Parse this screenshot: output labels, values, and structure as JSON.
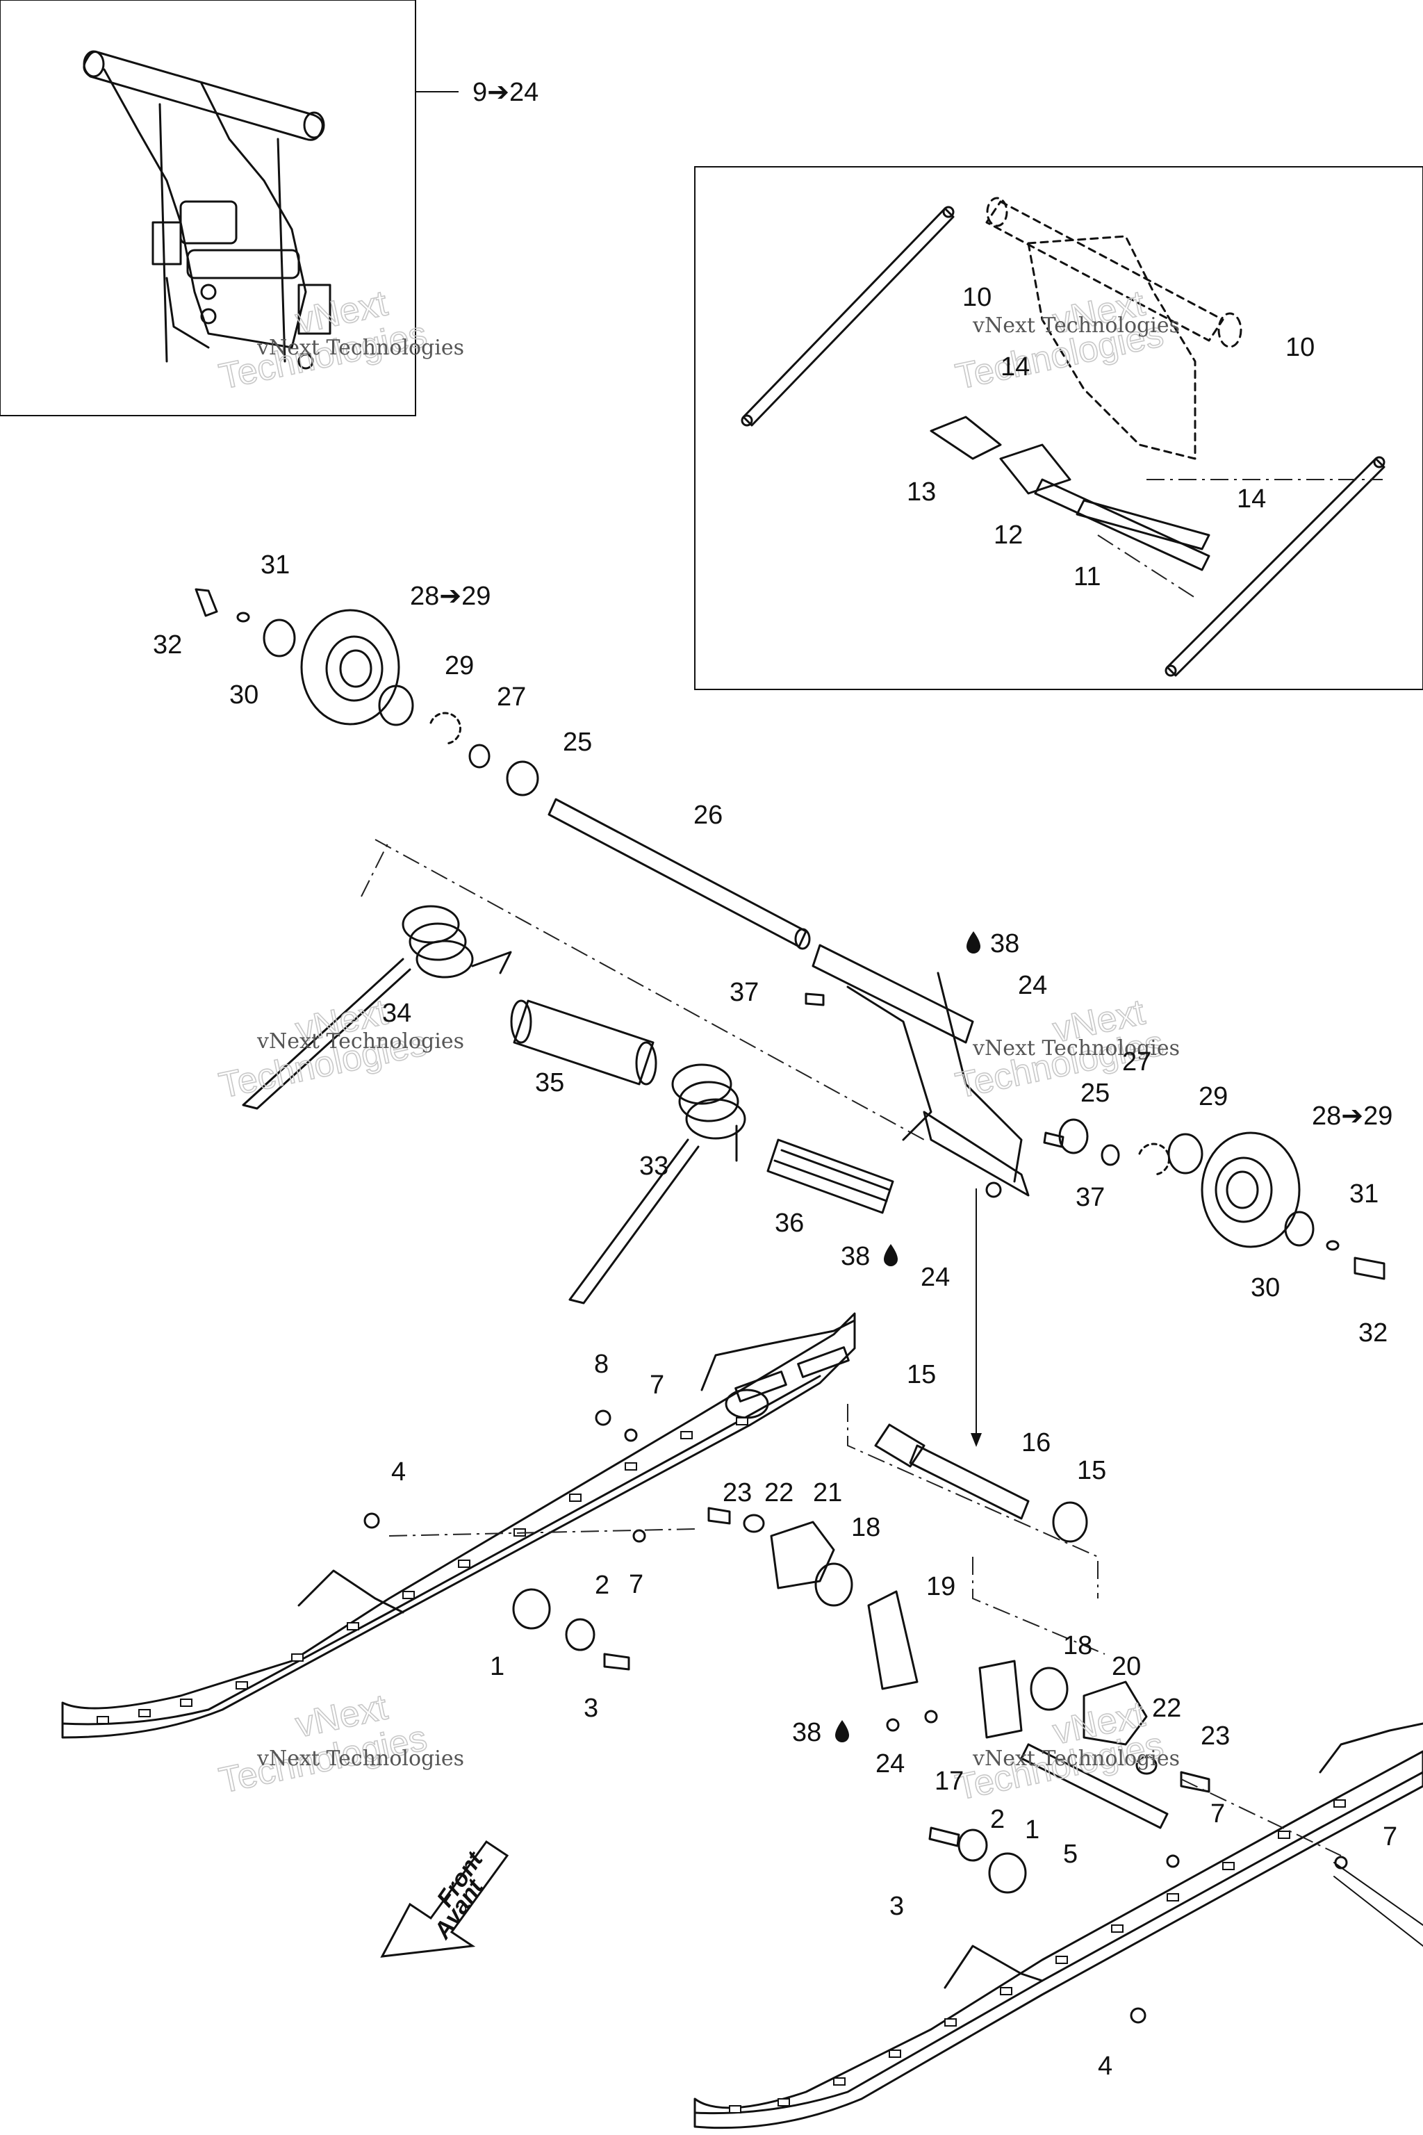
{
  "callouts": [
    {
      "id": "c-9-24",
      "text": "9➔24"
    },
    {
      "id": "c-10a",
      "text": "10"
    },
    {
      "id": "c-14a",
      "text": "14"
    },
    {
      "id": "c-10b",
      "text": "10"
    },
    {
      "id": "c-14b",
      "text": "14"
    },
    {
      "id": "c-13",
      "text": "13"
    },
    {
      "id": "c-12",
      "text": "12"
    },
    {
      "id": "c-11",
      "text": "11"
    },
    {
      "id": "c-31a",
      "text": "31"
    },
    {
      "id": "c-32a",
      "text": "32"
    },
    {
      "id": "c-28-29a",
      "text": "28➔29"
    },
    {
      "id": "c-30a",
      "text": "30"
    },
    {
      "id": "c-29a",
      "text": "29"
    },
    {
      "id": "c-27a",
      "text": "27"
    },
    {
      "id": "c-25a",
      "text": "25"
    },
    {
      "id": "c-26",
      "text": "26"
    },
    {
      "id": "c-38a",
      "text": "38"
    },
    {
      "id": "c-24a",
      "text": "24"
    },
    {
      "id": "c-37a",
      "text": "37"
    },
    {
      "id": "c-34",
      "text": "34"
    },
    {
      "id": "c-35",
      "text": "35"
    },
    {
      "id": "c-25b",
      "text": "25"
    },
    {
      "id": "c-27b",
      "text": "27"
    },
    {
      "id": "c-29b",
      "text": "29"
    },
    {
      "id": "c-28-29b",
      "text": "28➔29"
    },
    {
      "id": "c-33",
      "text": "33"
    },
    {
      "id": "c-37b",
      "text": "37"
    },
    {
      "id": "c-36",
      "text": "36"
    },
    {
      "id": "c-38b",
      "text": "38"
    },
    {
      "id": "c-24b",
      "text": "24"
    },
    {
      "id": "c-31b",
      "text": "31"
    },
    {
      "id": "c-30b",
      "text": "30"
    },
    {
      "id": "c-32b",
      "text": "32"
    },
    {
      "id": "c-8",
      "text": "8"
    },
    {
      "id": "c-7a",
      "text": "7"
    },
    {
      "id": "c-15a",
      "text": "15"
    },
    {
      "id": "c-16",
      "text": "16"
    },
    {
      "id": "c-15b",
      "text": "15"
    },
    {
      "id": "c-4a",
      "text": "4"
    },
    {
      "id": "c-23a",
      "text": "23"
    },
    {
      "id": "c-22a",
      "text": "22"
    },
    {
      "id": "c-21",
      "text": "21"
    },
    {
      "id": "c-18a",
      "text": "18"
    },
    {
      "id": "c-7b",
      "text": "7"
    },
    {
      "id": "c-2a",
      "text": "2"
    },
    {
      "id": "c-19",
      "text": "19"
    },
    {
      "id": "c-1a",
      "text": "1"
    },
    {
      "id": "c-3a",
      "text": "3"
    },
    {
      "id": "c-18b",
      "text": "18"
    },
    {
      "id": "c-20",
      "text": "20"
    },
    {
      "id": "c-38c",
      "text": "38"
    },
    {
      "id": "c-24c",
      "text": "24"
    },
    {
      "id": "c-22b",
      "text": "22"
    },
    {
      "id": "c-23b",
      "text": "23"
    },
    {
      "id": "c-17",
      "text": "17"
    },
    {
      "id": "c-7c",
      "text": "7"
    },
    {
      "id": "c-5",
      "text": "5"
    },
    {
      "id": "c-7d",
      "text": "7"
    },
    {
      "id": "c-2b",
      "text": "2"
    },
    {
      "id": "c-1b",
      "text": "1"
    },
    {
      "id": "c-3b",
      "text": "3"
    },
    {
      "id": "c-4b",
      "text": "4"
    }
  ],
  "watermark": {
    "line1": "vNext Technologies",
    "line2": "vNext",
    "line3": "Technologies"
  },
  "front_arrow": {
    "line1": "Front",
    "line2": "Avant"
  }
}
